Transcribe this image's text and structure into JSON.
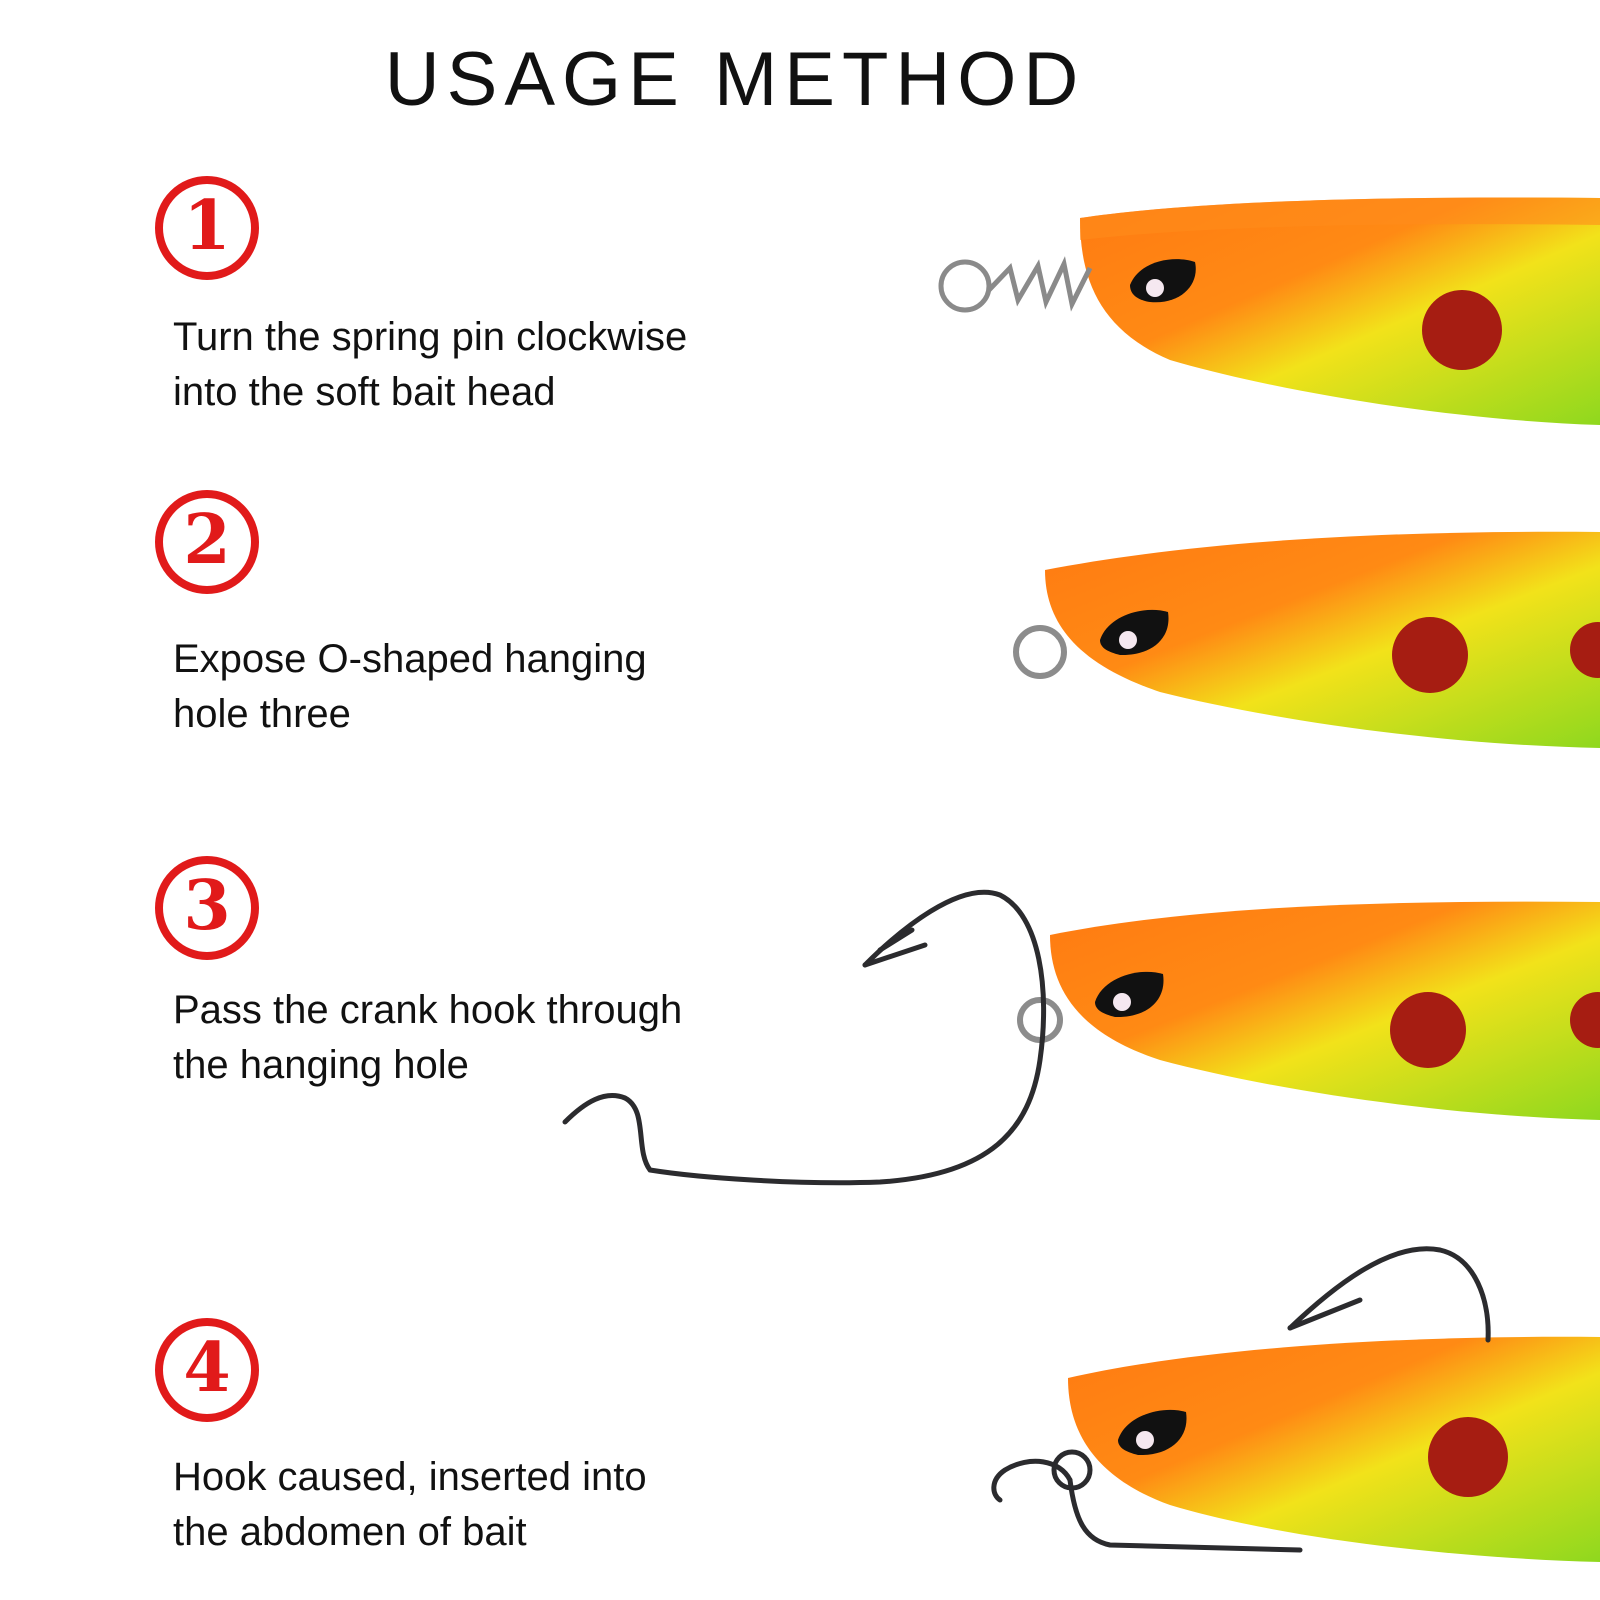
{
  "title": "USAGE METHOD",
  "colors": {
    "badge": "#e11a1a",
    "lure_orange": "#ff7a12",
    "lure_yellow": "#f2e21a",
    "lure_green": "#8fd81e",
    "spot": "#a61d12"
  },
  "steps": [
    {
      "number": "1",
      "lines": [
        "Turn the spring pin clockwise",
        "into the soft bait head"
      ],
      "icon": "spring-pin"
    },
    {
      "number": "2",
      "lines": [
        "Expose O-shaped hanging",
        "hole three"
      ],
      "icon": "o-ring"
    },
    {
      "number": "3",
      "lines": [
        "Pass the crank hook through",
        "the hanging hole"
      ],
      "icon": "crank-hook"
    },
    {
      "number": "4",
      "lines": [
        "Hook caused, inserted into",
        "the abdomen of bait"
      ],
      "icon": "rigged-hook"
    }
  ]
}
